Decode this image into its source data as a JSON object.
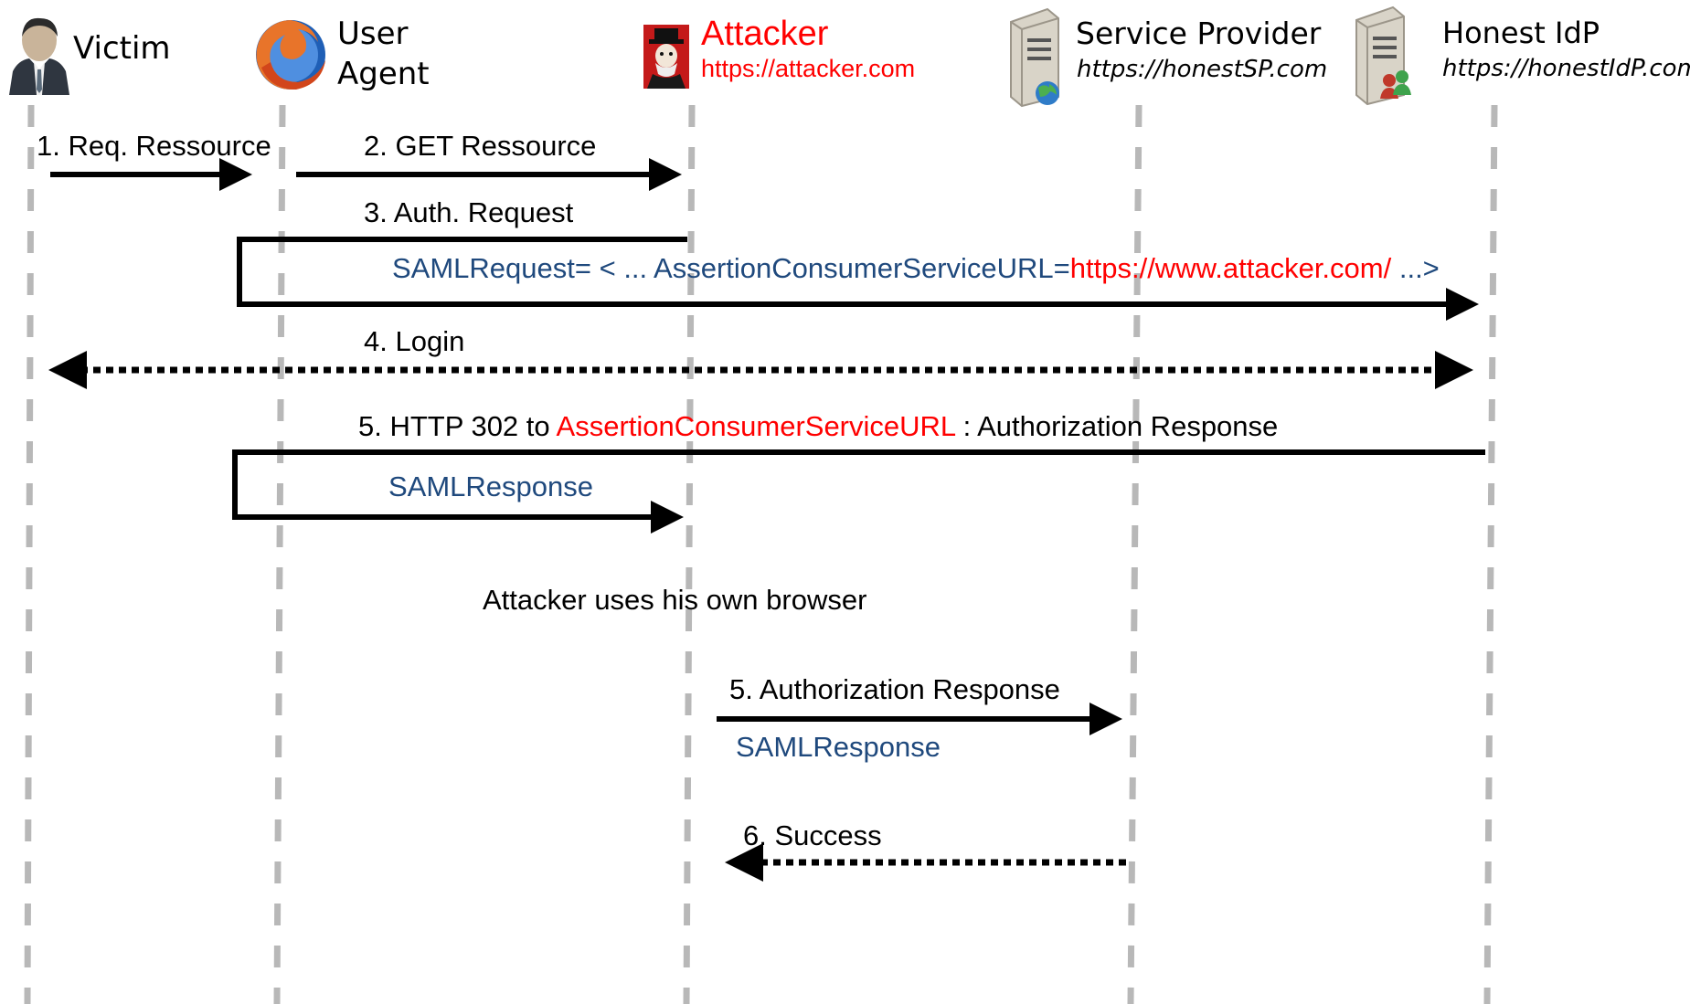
{
  "colors": {
    "attacker": "#ff0000",
    "payload": "#1f497d",
    "text": "#000000",
    "lifeline": "#b8b8b8",
    "arrow": "#000000"
  },
  "actors": {
    "victim": {
      "name": "Victim",
      "icon": "person-icon"
    },
    "user_agent": {
      "name_line1": "User",
      "name_line2": "Agent",
      "icon": "browser-icon"
    },
    "attacker": {
      "name": "Attacker",
      "url": "https://attacker.com",
      "icon": "attacker-icon"
    },
    "service_provider": {
      "name": "Service Provider",
      "url": "https://honestSP.com",
      "icon": "server-globe-icon"
    },
    "honest_idp": {
      "name": "Honest IdP",
      "url": "https://honestIdP.com",
      "icon": "server-users-icon"
    }
  },
  "messages": {
    "m1": "1. Req. Ressource",
    "m2": "2. GET Ressource",
    "m3": "3. Auth. Request",
    "m3_payload": {
      "prefix": "SAMLRequest= < ... AssertionConsumerServiceURL=",
      "url": "https://www.attacker.com/",
      "suffix": " ...>"
    },
    "m4": "4. Login",
    "m5": {
      "prefix": "5. HTTP 302 to ",
      "highlight": "AssertionConsumerServiceURL",
      "suffix": " : Authorization Response"
    },
    "m5_payload": "SAMLResponse",
    "note": "Attacker uses his own browser",
    "m5b": "5. Authorization Response",
    "m5b_payload": "SAMLResponse",
    "m6": "6. Success"
  }
}
